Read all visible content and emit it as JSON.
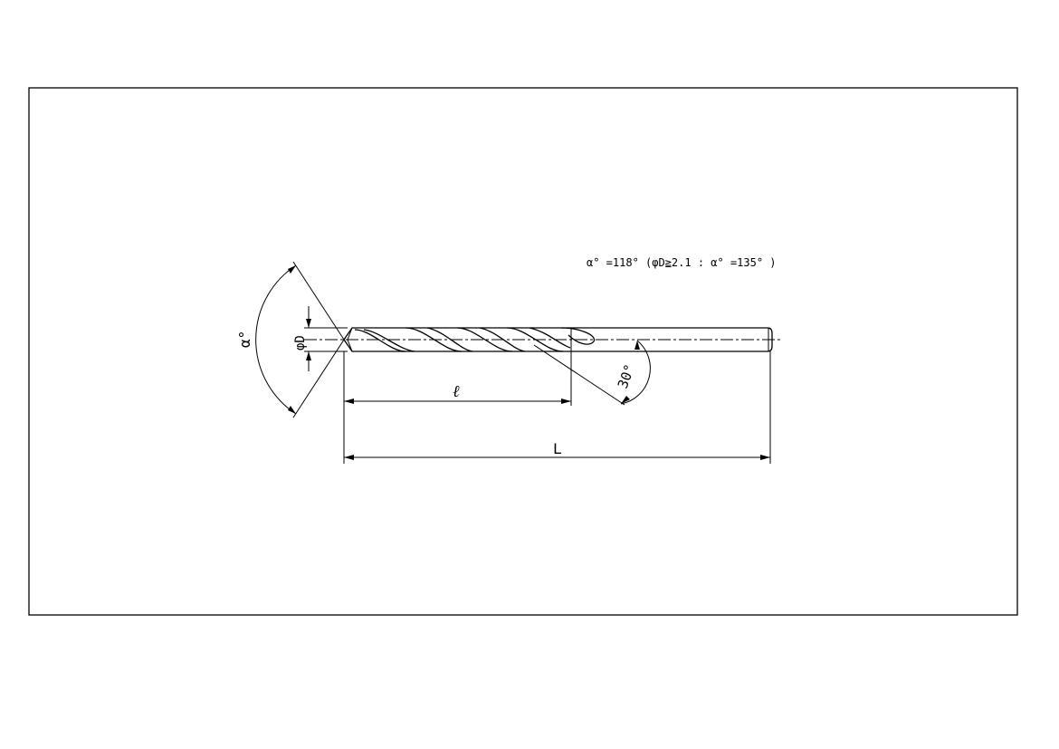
{
  "drawing": {
    "note": "α° =118° (φD≧2.1 : α° =135° )",
    "labels": {
      "point_angle": "α°",
      "diameter": "φD",
      "flute_length": "ℓ",
      "overall_length": "L",
      "helix_angle": "30°"
    }
  }
}
